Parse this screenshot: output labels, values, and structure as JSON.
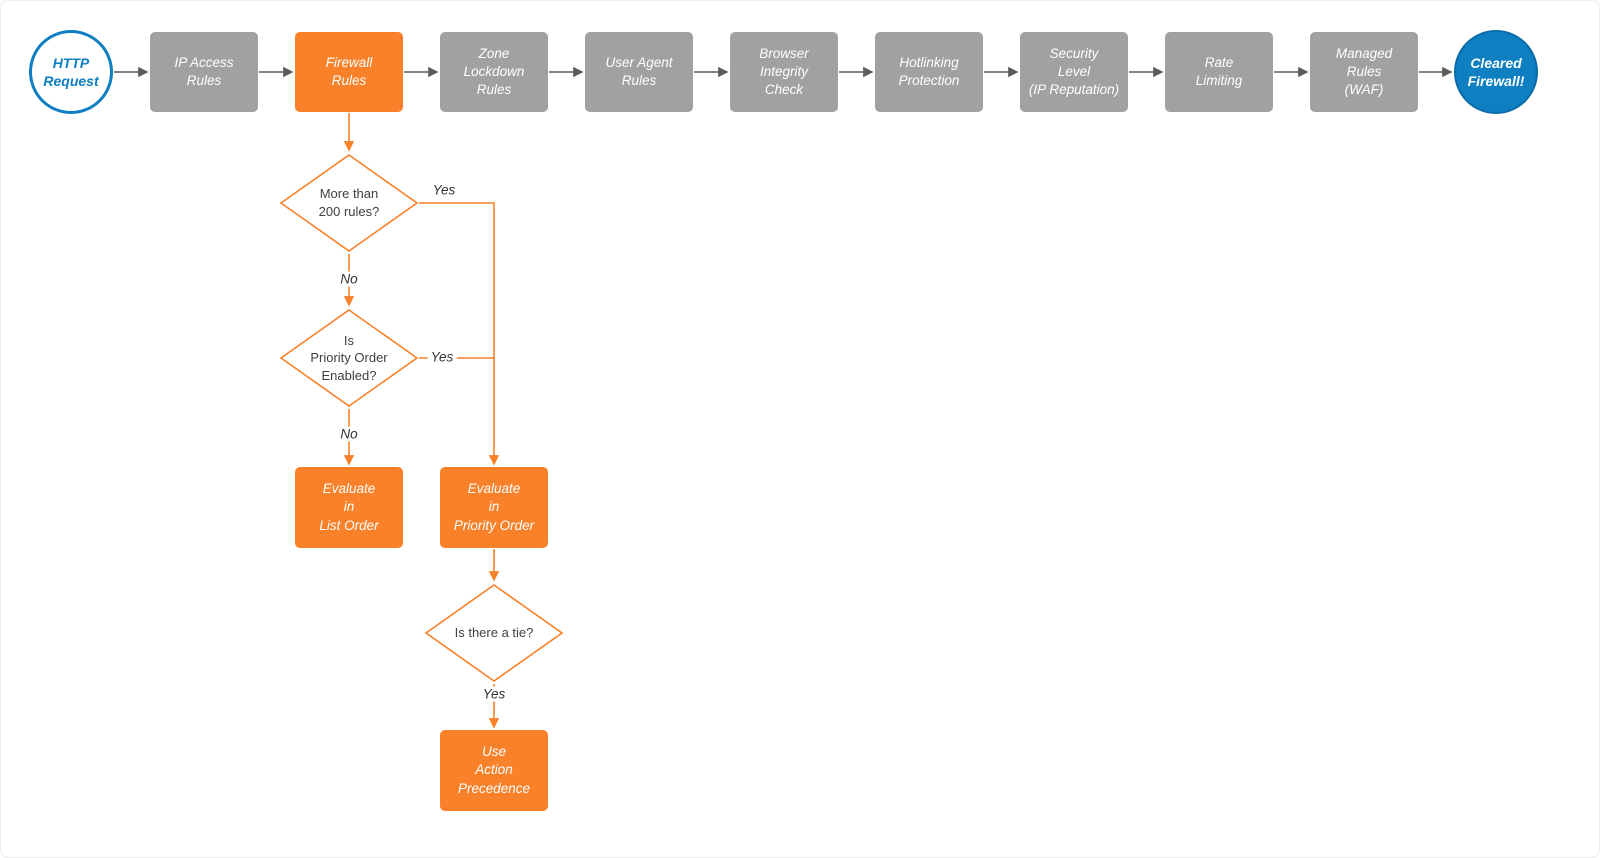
{
  "colors": {
    "orange": "#F9812A",
    "gray": "#A1A1A3",
    "blue": "#0E7FC1",
    "blue_dark": "#0C6CA8",
    "arrow": "#5B5B5B"
  },
  "flow": {
    "start": {
      "label": "HTTP\nRequest"
    },
    "stages": [
      {
        "label": "IP Access\nRules"
      },
      {
        "label": "Firewall\nRules"
      },
      {
        "label": "Zone\nLockdown\nRules"
      },
      {
        "label": "User Agent\nRules"
      },
      {
        "label": "Browser\nIntegrity\nCheck"
      },
      {
        "label": "Hotlinking\nProtection"
      },
      {
        "label": "Security\nLevel\n(IP Reputation)"
      },
      {
        "label": "Rate\nLimiting"
      },
      {
        "label": "Managed\nRules\n(WAF)"
      }
    ],
    "end": {
      "label": "Cleared\nFirewall!"
    }
  },
  "decision_tree": {
    "more_than_200_rules": {
      "label": "More than\n200 rules?"
    },
    "priority_order_enabled": {
      "label": "Is\nPriority Order\nEnabled?"
    },
    "is_there_a_tie": {
      "label": "Is there a tie?"
    },
    "evaluate_list_order": {
      "label": "Evaluate\nin\nList Order"
    },
    "evaluate_priority_order": {
      "label": "Evaluate\nin\nPriority Order"
    },
    "use_action_precedence": {
      "label": "Use\nAction\nPrecedence"
    },
    "edge_labels": {
      "yes_200": "Yes",
      "no_200": "No",
      "yes_priority": "Yes",
      "no_priority": "No",
      "yes_tie": "Yes"
    }
  }
}
